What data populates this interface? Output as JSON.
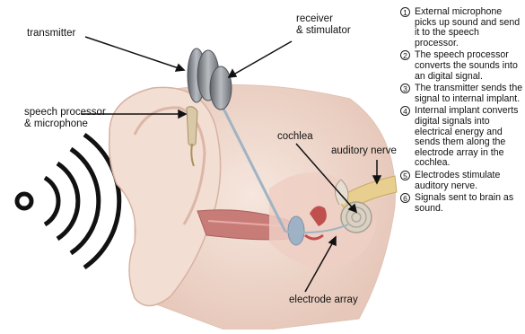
{
  "labels": {
    "transmitter": "transmitter",
    "receiver_line1": "receiver",
    "receiver_line2": "& stimulator",
    "speech_processor_line1": "speech processor",
    "speech_processor_line2": "& microphone",
    "cochlea": "cochlea",
    "auditory_nerve": "auditory nerve",
    "electrode_array": "electrode array"
  },
  "steps": [
    {
      "num": "1",
      "text": "External microphone picks up sound and send it to the speech processor."
    },
    {
      "num": "2",
      "text": "The speech processor converts the sounds into an digital signal."
    },
    {
      "num": "3",
      "text": "The transmitter sends the signal to internal implant."
    },
    {
      "num": "4",
      "text": "Internal implant converts digital signals into electrical energy and sends them along the electrode array in the cochlea."
    },
    {
      "num": "5",
      "text": "Electrodes stimulate auditory nerve."
    },
    {
      "num": "6",
      "text": "Signals sent to brain as sound."
    }
  ],
  "colors": {
    "skin": "#f2ddd2",
    "skin_shadow": "#e3bfb0",
    "canal": "#c87c77",
    "device": "#8a8e94",
    "nerve": "#e8cf8f",
    "cochlea": "#d9d2c4"
  }
}
